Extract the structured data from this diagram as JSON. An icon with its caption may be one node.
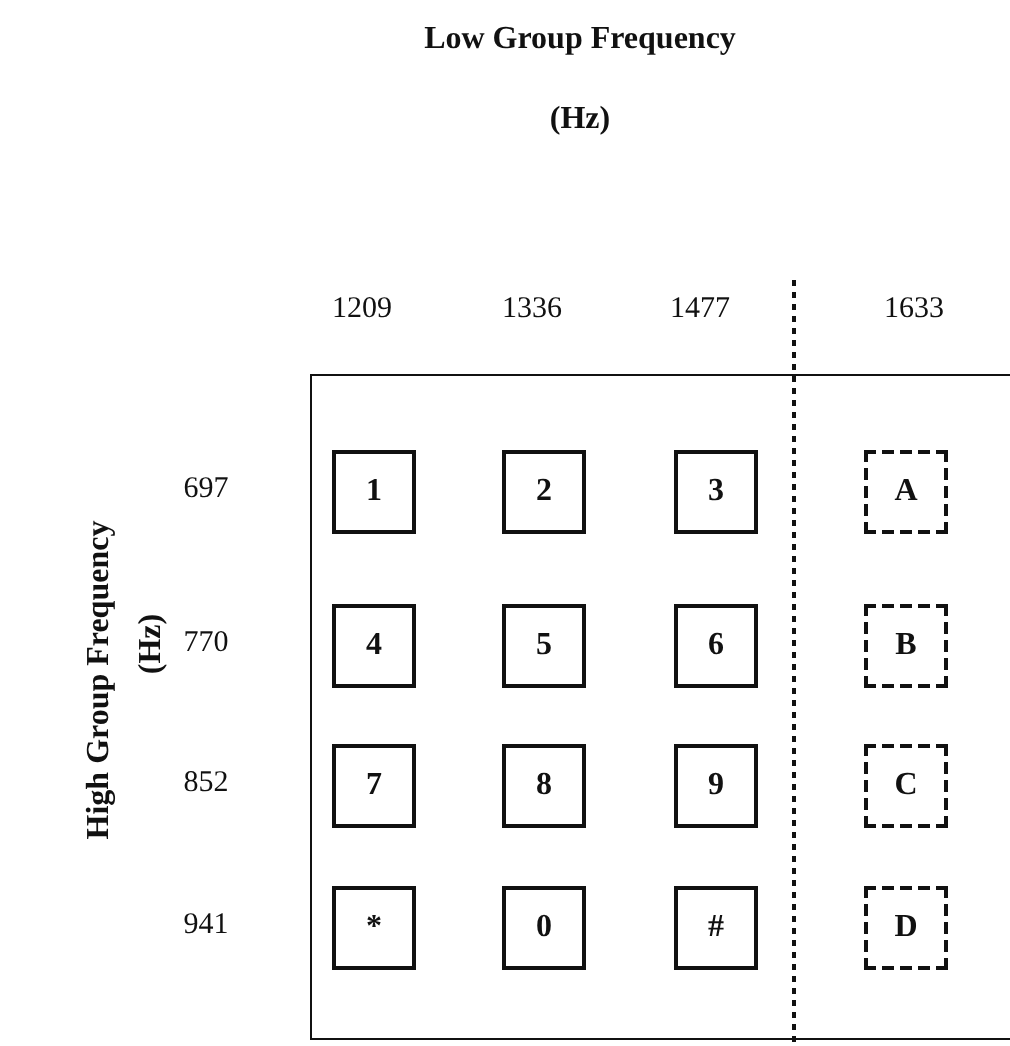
{
  "diagram": {
    "nodes": [
      {
        "text": [],
        "shape": "box"
      },
      {
        "text": [
          "1"
        ],
        "in": 0
      },
      {
        "text": [
          "2"
        ],
        "in": 0
      },
      {
        "text": [
          "3"
        ],
        "in": 0
      },
      {
        "text": [
          "A"
        ],
        "in": 0
      },
      {
        "text": [
          "4"
        ],
        "in": 0
      },
      {
        "text": [
          "5"
        ],
        "in": 0
      },
      {
        "text": [
          "6"
        ],
        "in": 0
      },
      {
        "text": [
          "B"
        ],
        "in": 0
      },
      {
        "text": [
          "7"
        ],
        "in": 0
      },
      {
        "text": [
          "8"
        ],
        "in": 0
      },
      {
        "text": [
          "9"
        ],
        "in": 0
      },
      {
        "text": [
          "C"
        ],
        "in": 0
      },
      {
        "text": [
          "*"
        ],
        "in": 0
      },
      {
        "text": [
          "0"
        ],
        "in": 0
      },
      {
        "text": [
          "#"
        ],
        "in": 0
      },
      {
        "text": [
          "D"
        ],
        "in": 0
      }
    ],
    "labels": [
      "Low Group Frequency",
      "(Hz)",
      "1209",
      "1336",
      "1477",
      "1633",
      "High Group Frequency",
      "(Hz)",
      "697",
      "770",
      "852",
      "941"
    ]
  }
}
